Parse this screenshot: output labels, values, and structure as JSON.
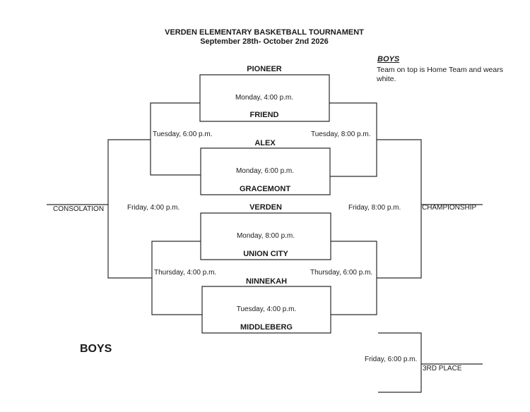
{
  "header": {
    "title": "VERDEN ELEMENTARY BASKETBALL TOURNAMENT",
    "dates": "September 28th- October 2nd 2026"
  },
  "legend": {
    "heading": "BOYS",
    "note": "Team on top is Home Team and wears white."
  },
  "first_round": [
    {
      "home": "PIONEER",
      "time": "Monday, 4:00 p.m.",
      "away": "FRIEND"
    },
    {
      "home": "ALEX",
      "time": "Monday, 6:00 p.m.",
      "away": "GRACEMONT"
    },
    {
      "home": "VERDEN",
      "time": "Monday, 8:00 p.m.",
      "away": "UNION CITY"
    },
    {
      "home": "NINNEKAH",
      "time": "Tuesday, 4:00 p.m.",
      "away": "MIDDLEBERG"
    }
  ],
  "consolation_bracket": {
    "round2_top": "Tuesday, 6:00 p.m.",
    "round2_bottom": "Thursday, 4:00 p.m.",
    "final_time": "Friday, 4:00 p.m.",
    "final_label": "CONSOLATION"
  },
  "championship_bracket": {
    "semi_top": "Tuesday, 8:00 p.m.",
    "semi_bottom": "Thursday, 6:00 p.m.",
    "final_time": "Friday, 8:00 p.m.",
    "final_label": "CHAMPIONSHIP"
  },
  "third_place": {
    "time": "Friday, 6:00 p.m.",
    "label": "3RD PLACE"
  },
  "footer_label": "BOYS"
}
